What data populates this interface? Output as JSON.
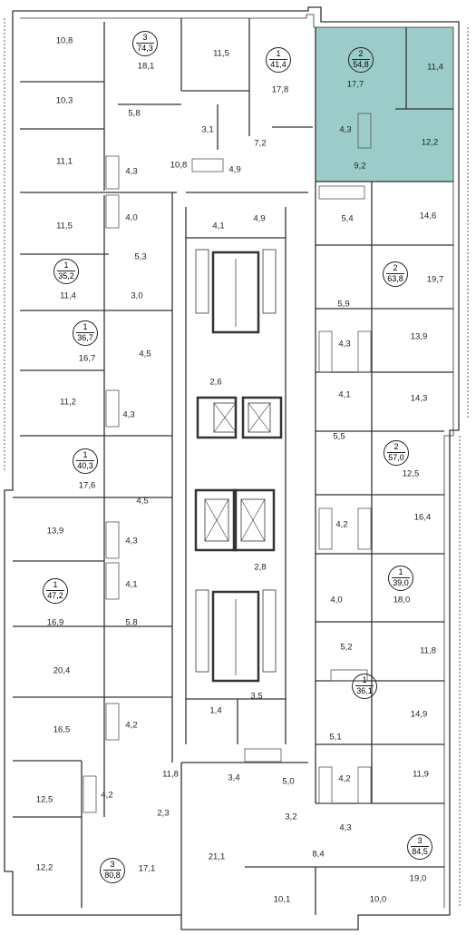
{
  "highlight_color": "#9cccc9",
  "apartments": [
    {
      "rooms": "3",
      "area": "74,3"
    },
    {
      "rooms": "1",
      "area": "41,4"
    },
    {
      "rooms": "2",
      "area": "54,8"
    },
    {
      "rooms": "1",
      "area": "35,2"
    },
    {
      "rooms": "2",
      "area": "63,8"
    },
    {
      "rooms": "1",
      "area": "36,7"
    },
    {
      "rooms": "1",
      "area": "40,3"
    },
    {
      "rooms": "2",
      "area": "57,0"
    },
    {
      "rooms": "1",
      "area": "47,2"
    },
    {
      "rooms": "1",
      "area": "39,0"
    },
    {
      "rooms": "1",
      "area": "36,1"
    },
    {
      "rooms": "3",
      "area": "80,8"
    },
    {
      "rooms": "3",
      "area": "84,5"
    }
  ],
  "rooms": [
    "10,8",
    "18,1",
    "11,5",
    "17,8",
    "17,7",
    "11,4",
    "10,3",
    "5,8",
    "3,1",
    "4,3",
    "12,2",
    "11,1",
    "4,3",
    "10,8",
    "4,9",
    "7,2",
    "9,2",
    "11,5",
    "4,0",
    "4,1",
    "4,9",
    "5,4",
    "14,6",
    "5,3",
    "11,4",
    "3,0",
    "19,7",
    "5,9",
    "16,7",
    "4,5",
    "4,3",
    "13,9",
    "11,2",
    "4,3",
    "2,6",
    "4,1",
    "14,3",
    "5,5",
    "17,6",
    "4,5",
    "12,5",
    "13,9",
    "4,3",
    "4,2",
    "16,4",
    "4,1",
    "2,8",
    "16,9",
    "5,8",
    "4,0",
    "18,0",
    "5,2",
    "20,4",
    "11,8",
    "16,5",
    "4,2",
    "1,4",
    "3,5",
    "14,9",
    "5,1",
    "11,8",
    "3,4",
    "5,0",
    "4,2",
    "11,9",
    "12,5",
    "4,2",
    "2,3",
    "3,2",
    "4,3",
    "21,1",
    "8,4",
    "12,2",
    "17,1",
    "19,0",
    "10,1",
    "10,0"
  ]
}
